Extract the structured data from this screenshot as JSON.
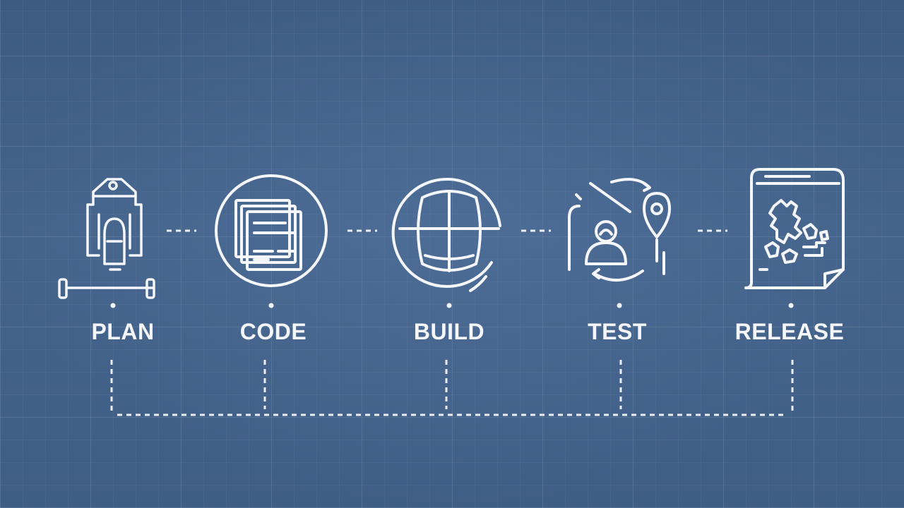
{
  "stages": [
    {
      "label": "PLAN",
      "icon": "blueprint-robot-icon"
    },
    {
      "label": "CODE",
      "icon": "code-documents-icon"
    },
    {
      "label": "BUILD",
      "icon": "globe-build-icon"
    },
    {
      "label": "TEST",
      "icon": "user-location-test-icon"
    },
    {
      "label": "RELEASE",
      "icon": "release-document-icon"
    }
  ],
  "colors": {
    "background": "#42618a",
    "line": "#f4f6fa"
  }
}
